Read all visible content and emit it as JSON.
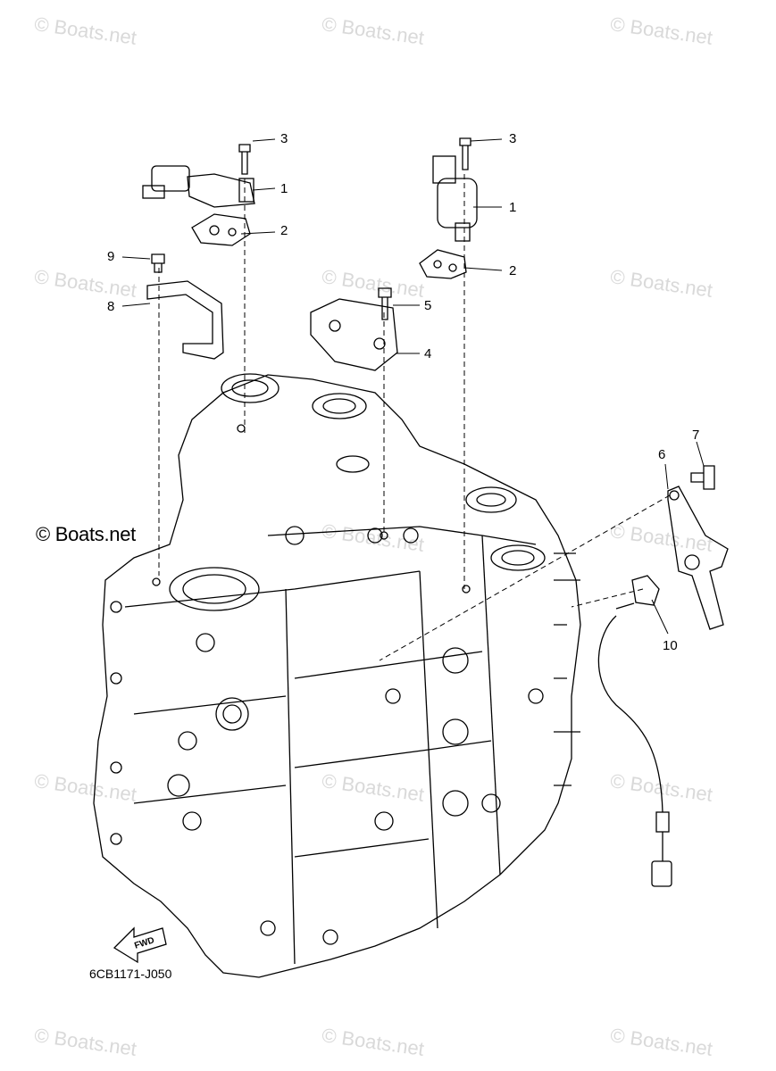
{
  "watermark": "© Boats.net",
  "copyright": "© Boats.net",
  "diagram_code": "6CB1171-J050",
  "fwd_label": "FWD",
  "callouts": {
    "c1a": "1",
    "c2a": "2",
    "c3a": "3",
    "c1b": "1",
    "c2b": "2",
    "c3b": "3",
    "c4": "4",
    "c5": "5",
    "c6": "6",
    "c7": "7",
    "c8": "8",
    "c9": "9",
    "c10": "10"
  }
}
